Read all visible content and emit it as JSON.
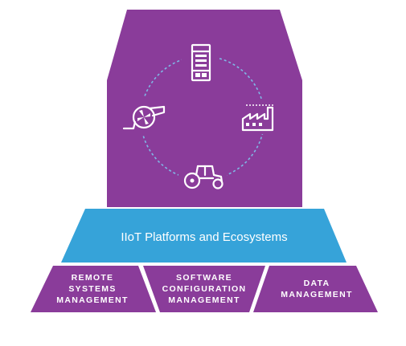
{
  "colors": {
    "purple": "#8a3c9a",
    "blue": "#36a3d9",
    "icon": "#ffffff",
    "cycle": "#7fb8e6"
  },
  "top_block": {
    "icons": [
      "server-rack-icon",
      "factory-icon",
      "tractor-icon",
      "turbine-pump-icon"
    ]
  },
  "platform": {
    "label": "IIoT Platforms and Ecosystems"
  },
  "pillars": [
    {
      "lines": [
        "REMOTE",
        "SYSTEMS",
        "MANAGEMENT"
      ]
    },
    {
      "lines": [
        "SOFTWARE",
        "CONFIGURATION",
        "MANAGEMENT"
      ]
    },
    {
      "lines": [
        "DATA",
        "MANAGEMENT"
      ]
    }
  ]
}
